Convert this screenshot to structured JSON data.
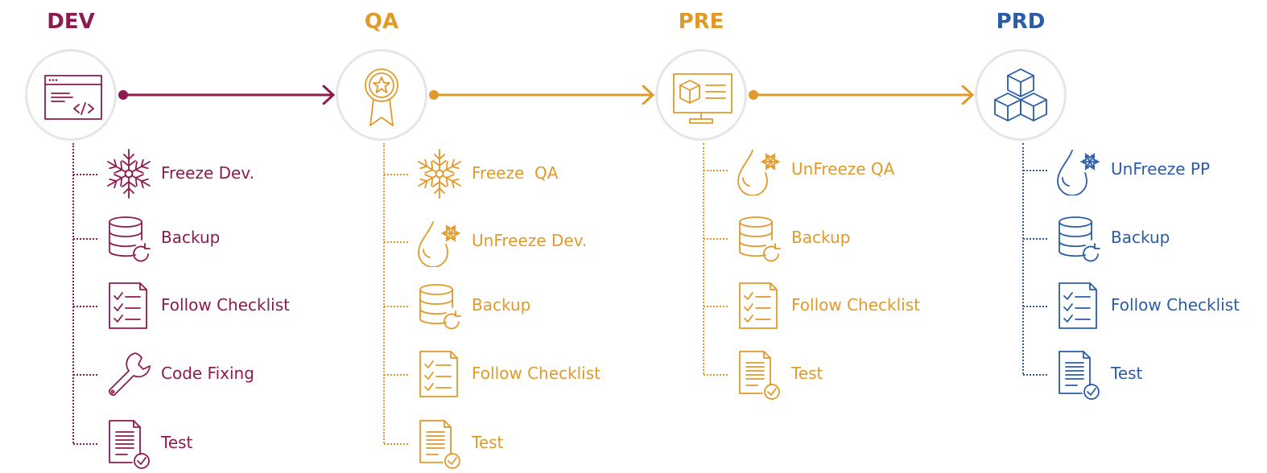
{
  "colors": {
    "dev": "#8e1b4e",
    "qa": "#e09a2a",
    "pre": "#e09a2a",
    "prd": "#2a5ca8",
    "ring": "#e6e6e6"
  },
  "stages": [
    {
      "id": "dev",
      "title": "DEV",
      "icon": "code-window-icon",
      "steps": [
        {
          "label": "Freeze Dev.",
          "icon": "snowflake-icon"
        },
        {
          "label": "Backup",
          "icon": "database-backup-icon"
        },
        {
          "label": "Follow Checklist",
          "icon": "checklist-icon"
        },
        {
          "label": "Code Fixing",
          "icon": "wrench-icon"
        },
        {
          "label": "Test",
          "icon": "test-document-icon"
        }
      ]
    },
    {
      "id": "qa",
      "title": "QA",
      "icon": "award-ribbon-icon",
      "steps": [
        {
          "label": "Freeze  QA",
          "icon": "snowflake-icon"
        },
        {
          "label": "UnFreeze Dev.",
          "icon": "melting-drop-icon"
        },
        {
          "label": "Backup",
          "icon": "database-backup-icon"
        },
        {
          "label": "Follow Checklist",
          "icon": "checklist-icon"
        },
        {
          "label": "Test",
          "icon": "test-document-icon"
        }
      ]
    },
    {
      "id": "pre",
      "title": "PRE",
      "icon": "monitor-cube-icon",
      "steps": [
        {
          "label": "UnFreeze QA",
          "icon": "melting-drop-icon"
        },
        {
          "label": "Backup",
          "icon": "database-backup-icon"
        },
        {
          "label": "Follow Checklist",
          "icon": "checklist-icon"
        },
        {
          "label": "Test",
          "icon": "test-document-icon"
        }
      ]
    },
    {
      "id": "prd",
      "title": "PRD",
      "icon": "cubes-icon",
      "steps": [
        {
          "label": "UnFreeze PP",
          "icon": "melting-drop-icon"
        },
        {
          "label": "Backup",
          "icon": "database-backup-icon"
        },
        {
          "label": "Follow Checklist",
          "icon": "checklist-icon"
        },
        {
          "label": "Test",
          "icon": "test-document-icon"
        }
      ]
    }
  ]
}
